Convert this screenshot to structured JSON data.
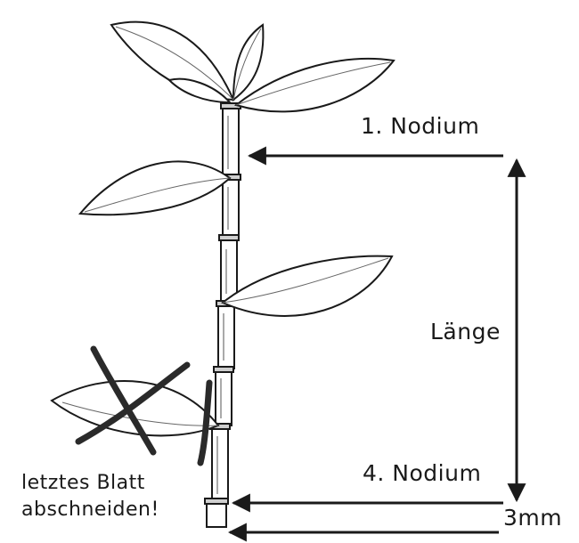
{
  "labels": {
    "node_first": "1. Nodium",
    "node_fourth": "4. Nodium",
    "length": "Länge",
    "gap": "3mm",
    "note_line1": "letztes Blatt",
    "note_line2": "abschneiden!"
  },
  "colors": {
    "ink": "#1a1a1a",
    "cross": "#2a2a2a"
  }
}
